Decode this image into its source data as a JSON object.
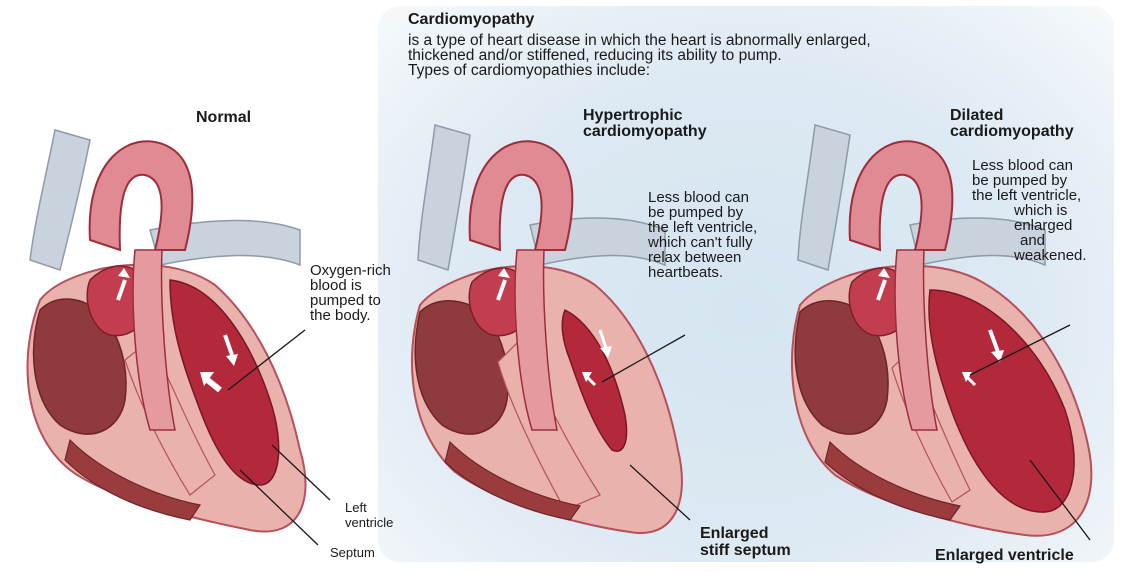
{
  "intro": {
    "title": "Cardiomyopathy",
    "lines": [
      "is a type of heart disease in which the heart is abnormally enlarged,",
      "thickened and/or stiffened, reducing its ability to pump.",
      "Types of cardiomyopathies include:"
    ]
  },
  "panels": {
    "normal": {
      "title": "Normal",
      "description_lines": [
        "Oxygen-rich",
        "blood is",
        "pumped to",
        "the body."
      ],
      "label_left_ventricle_lines": [
        "Left",
        "ventricle"
      ],
      "label_septum": "Septum"
    },
    "hypertrophic": {
      "title_lines": [
        "Hypertrophic",
        "cardiomyopathy"
      ],
      "description_lines": [
        "Less blood can",
        "be pumped by",
        "the left ventricle,",
        "which can't fully",
        "relax between",
        "heartbeats."
      ],
      "callout_lines": [
        "Enlarged",
        "stiff septum"
      ]
    },
    "dilated": {
      "title_lines": [
        "Dilated",
        "cardiomyopathy"
      ],
      "description_lines": [
        "Less blood can",
        "be pumped by",
        "the left ventricle,",
        "which is",
        "enlarged",
        "and",
        "weakened."
      ],
      "callout": "Enlarged ventricle"
    }
  },
  "colors": {
    "panel_background": "#d9e7f2",
    "heart_muscle": "#e8a8a2",
    "heart_dark": "#b23a48",
    "vessel": "#c9d3de",
    "text": "#1a1a1a"
  }
}
